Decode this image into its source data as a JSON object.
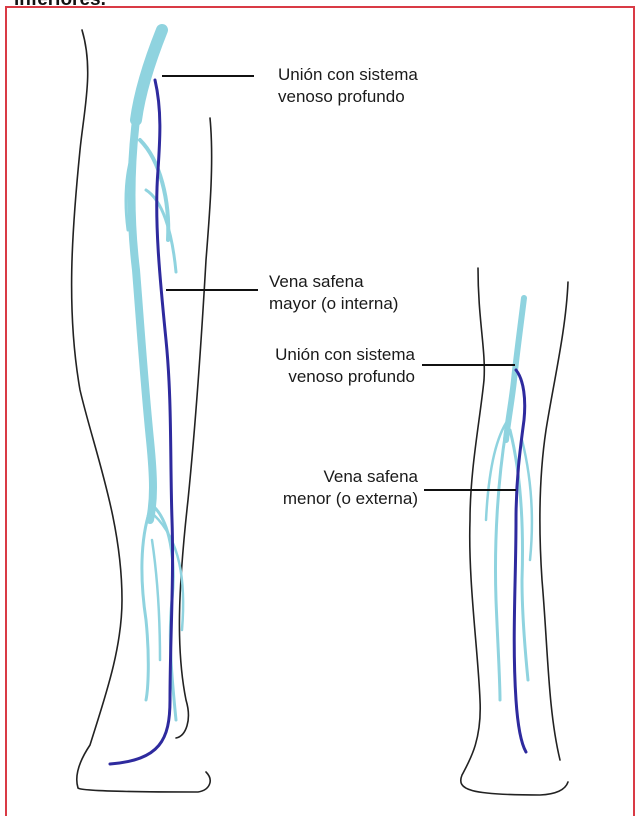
{
  "heading": "inferiores.",
  "labels": {
    "gsv_junction": {
      "line1": "Unión con sistema",
      "line2": "venoso profundo"
    },
    "gsv_name": {
      "line1": "Vena safena",
      "line2": "mayor (o interna)"
    },
    "ssv_junction": {
      "line1": "Unión con sistema",
      "line2": "venoso profundo"
    },
    "ssv_name": {
      "line1": "Vena safena",
      "line2": "menor (o externa)"
    }
  },
  "colors": {
    "frame": "#d93a45",
    "outline": "#222222",
    "superficial_veins": "#8fd3df",
    "saphenous_vein": "#2e2a9e",
    "leader_lines": "#111111"
  }
}
